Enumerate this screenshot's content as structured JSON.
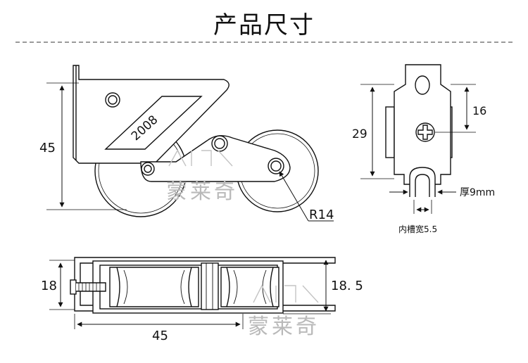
{
  "title": "产品尺寸",
  "views": {
    "side": {
      "model_label": "2008",
      "height_label": "45",
      "radius_label": "R14",
      "watermark": "蒙莱奇"
    },
    "front": {
      "height_label": "29",
      "offset_label": "16",
      "thickness_label": "厚9mm",
      "groove_label": "内槽宽5.5"
    },
    "top": {
      "left_height_label": "18",
      "right_height_label": "18. 5",
      "length_label": "45",
      "watermark": "蒙莱奇"
    }
  },
  "colors": {
    "line": "#111111",
    "watermark": "#b9b9b9",
    "divider": "#9a9a9a"
  },
  "icons": [
    "phillips-screw-icon",
    "dimension-arrow-icon"
  ]
}
